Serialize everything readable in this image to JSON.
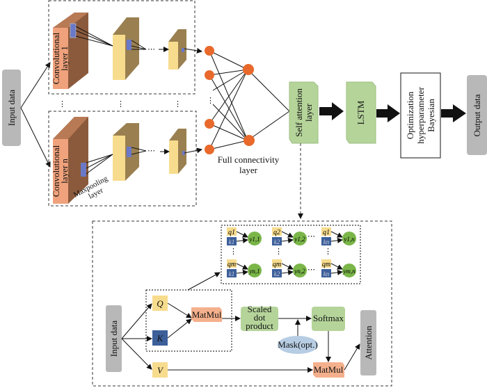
{
  "cnn": {
    "input_label": "Input data",
    "conv1_label": [
      "Convolutional",
      "layer 1"
    ],
    "convn_label": [
      "Convolutional",
      "layer n"
    ],
    "maxpool_label": [
      "Maxpooling",
      "layer"
    ],
    "ellipsis": "⋯",
    "vdots": "⋮"
  },
  "fc": {
    "label": [
      "Full connectivity",
      "layer"
    ]
  },
  "pipeline": {
    "self_attention": [
      "Self attention",
      "layer"
    ],
    "lstm": "LSTM",
    "bayesian": [
      "Optimization",
      "hyperparameter",
      "Bayesian"
    ],
    "output": "Output data"
  },
  "attention": {
    "input_label": "Input data",
    "q": "Q",
    "k": "K",
    "v": "V",
    "matmul1": "MatMul",
    "scaled": [
      "Scaled",
      "dot",
      "product"
    ],
    "softmax": "Softmax",
    "mask": "Mask(opt.)",
    "matmul2": "MatMul",
    "output": "Attention",
    "grid": [
      {
        "q": "q1",
        "k": "k1",
        "y": "y1,1"
      },
      {
        "q": "q2",
        "k": "k2",
        "y": "y1,2"
      },
      {
        "q": "q1",
        "k": "kn",
        "y": "y1,n"
      },
      {
        "q": "qm",
        "k": "k1",
        "y": "yn,1"
      },
      {
        "q": "qm",
        "k": "k2",
        "y": "yn,2"
      },
      {
        "q": "qm",
        "k": "kn",
        "y": "ym,n"
      }
    ]
  },
  "colors": {
    "gray": "#b8b8b8",
    "conv_front": "#f0a27c",
    "conv_side": "#8b5a3c",
    "pool_front": "#f7dc8e",
    "pool_side": "#9a8050",
    "node": "#e8692b",
    "green": "#b5d49a",
    "q": "#f7dc8e",
    "k": "#3c5f9a",
    "matmul": "#f4b08c",
    "mask": "#b7cde3",
    "circle": "#7ab648"
  }
}
